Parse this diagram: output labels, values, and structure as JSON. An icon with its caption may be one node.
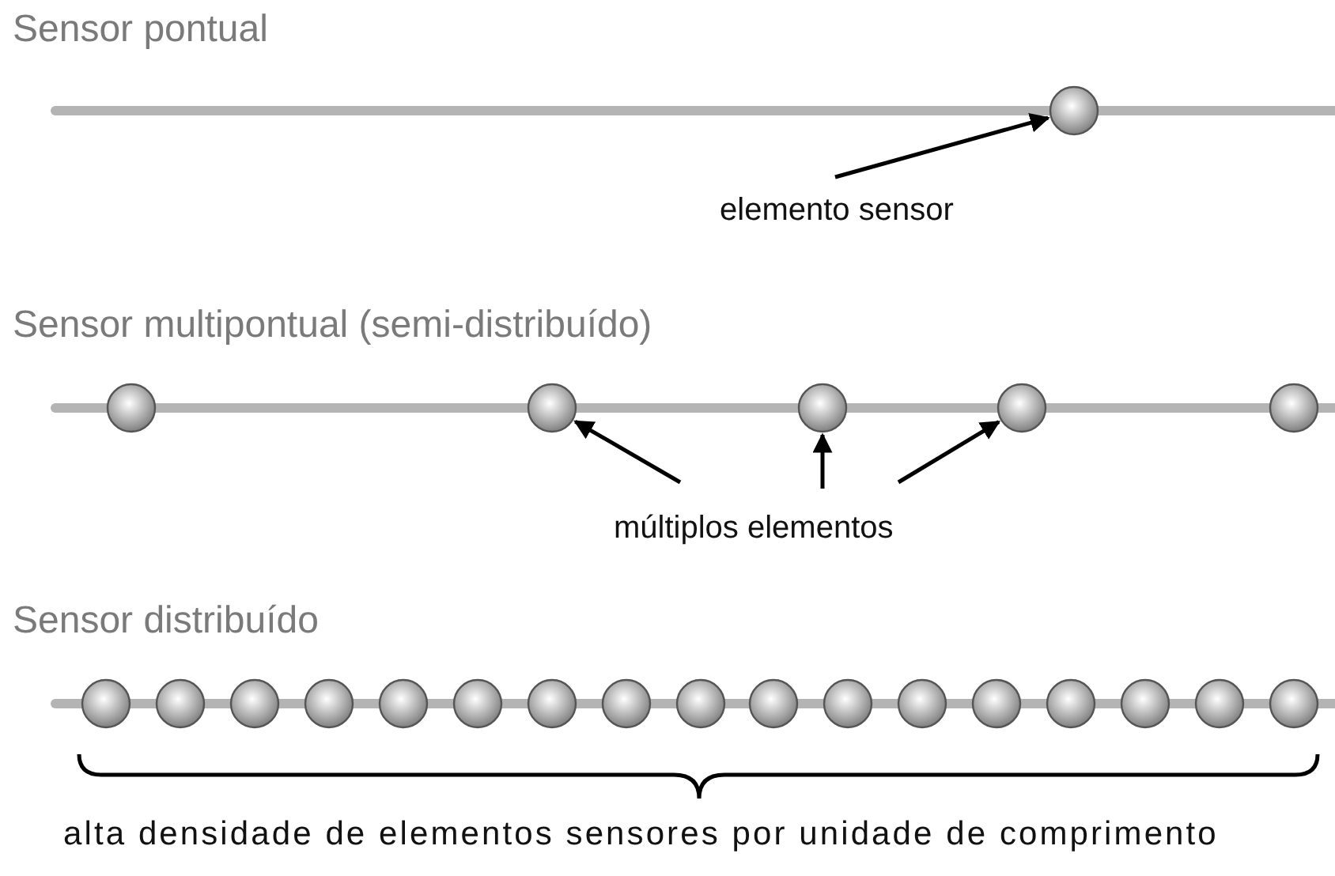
{
  "diagram": {
    "nodes": [
      {
        "text": [],
        "shape": "circle"
      },
      {
        "text": [
          "elemento sensor"
        ]
      },
      {
        "text": [],
        "shape": "circle"
      },
      {
        "text": [],
        "shape": "circle"
      },
      {
        "text": [],
        "shape": "circle"
      },
      {
        "text": [],
        "shape": "circle"
      },
      {
        "text": [],
        "shape": "circle"
      },
      {
        "text": [
          "múltiplos elementos"
        ]
      },
      {
        "text": [],
        "shape": "circle"
      },
      {
        "text": [],
        "shape": "circle"
      },
      {
        "text": [],
        "shape": "circle"
      },
      {
        "text": [],
        "shape": "circle"
      },
      {
        "text": [],
        "shape": "circle"
      },
      {
        "text": [],
        "shape": "circle"
      },
      {
        "text": [],
        "shape": "circle"
      },
      {
        "text": [],
        "shape": "circle"
      },
      {
        "text": [],
        "shape": "circle"
      },
      {
        "text": [],
        "shape": "circle"
      },
      {
        "text": [],
        "shape": "circle"
      },
      {
        "text": [],
        "shape": "circle"
      },
      {
        "text": [],
        "shape": "circle"
      },
      {
        "text": [],
        "shape": "circle"
      },
      {
        "text": [],
        "shape": "circle"
      },
      {
        "text": [],
        "shape": "circle"
      },
      {
        "text": [],
        "shape": "circle"
      }
    ],
    "edges": [
      {
        "from": 1,
        "to": 0,
        "arrow": "to"
      },
      {
        "from": 7,
        "to": 3,
        "arrow": "to"
      },
      {
        "from": 7,
        "to": 4,
        "arrow": "to"
      },
      {
        "from": 7,
        "to": 5,
        "arrow": "to"
      }
    ],
    "labels": [
      "Sensor pontual",
      "Sensor multipontual (semi-distribuído)",
      "Sensor distribuído",
      "alta densidade de elementos sensores por unidade de comprimento"
    ]
  }
}
